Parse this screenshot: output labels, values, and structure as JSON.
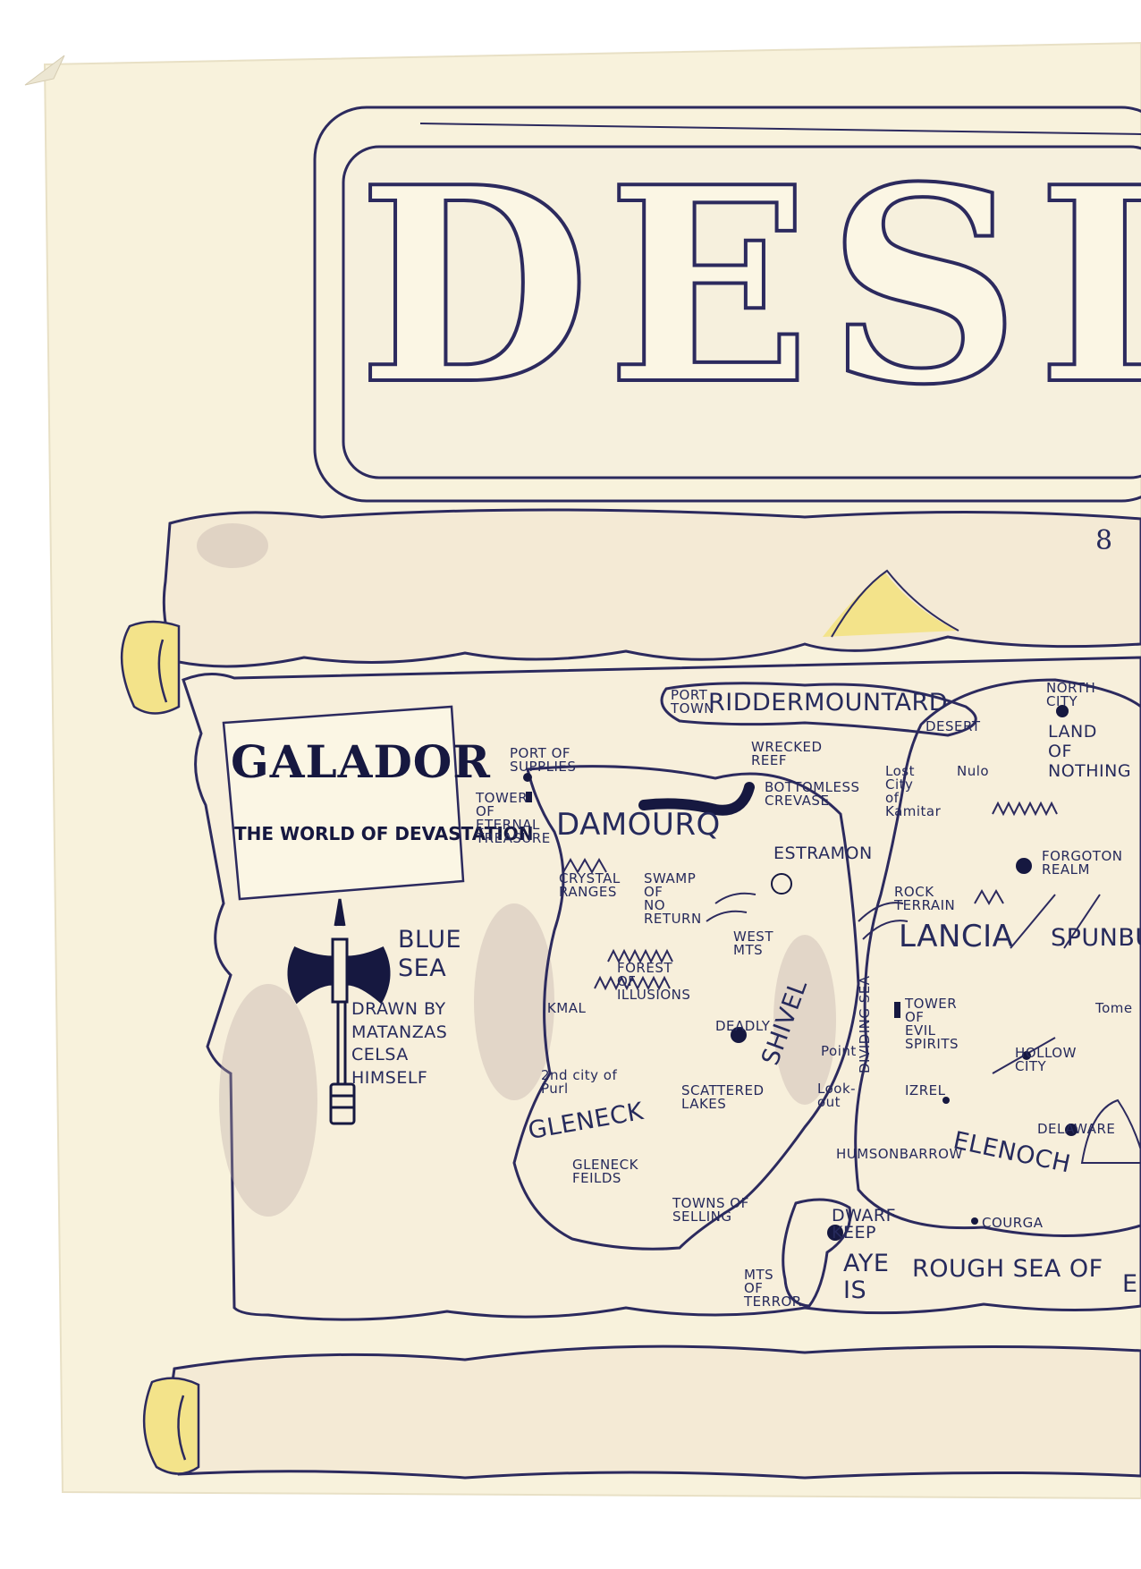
{
  "page": {
    "title_word": "DESIGN",
    "map_title": "GALADOR",
    "map_subtitle": "THE WORLD OF\nDEVASTATION",
    "page_number": "8",
    "credit": "DRAWN BY\nMATANZAS\nCELSA\nHIMSELF"
  },
  "colors": {
    "ink": "#262a5c",
    "parchment": "#fbf6e4",
    "paper": "#f8f2dc",
    "scroll_end": "#f3e38a",
    "shading": "#b9a9a6"
  },
  "map": {
    "labels": [
      {
        "id": "port-town",
        "text": "PORT\nTOWN"
      },
      {
        "id": "ridderman",
        "text": "RIDDERMOUNTARD"
      },
      {
        "id": "desert",
        "text": "DESERT"
      },
      {
        "id": "north-city",
        "text": "NORTH\nCITY"
      },
      {
        "id": "land-of-nothing",
        "text": "LAND\nOF\nNOTHING"
      },
      {
        "id": "port-of-supplies",
        "text": "PORT OF\nSUPPLIES"
      },
      {
        "id": "wrecked-reef",
        "text": "WRECKED\nREEF"
      },
      {
        "id": "bottomless-crevasse",
        "text": "BOTTOMLESS\nCREVASE"
      },
      {
        "id": "lost-city",
        "text": "Lost\nCity\nof\nKamitar"
      },
      {
        "id": "nulo",
        "text": "Nulo"
      },
      {
        "id": "tower-of-eternal-treasure",
        "text": "TOWER\nOF\nETERNAL\nTREASURE"
      },
      {
        "id": "damourq",
        "text": "DAMOURQ"
      },
      {
        "id": "estramon",
        "text": "ESTRAMON"
      },
      {
        "id": "forgotten-realm",
        "text": "FORGOTON\nREALM"
      },
      {
        "id": "crystal-ranges",
        "text": "CRYSTAL\nRANGES"
      },
      {
        "id": "swamp",
        "text": "SWAMP\nOF\nNO\nRETURN"
      },
      {
        "id": "rock-terrain",
        "text": "ROCK\nTERRAIN"
      },
      {
        "id": "lancia",
        "text": "LANCIA"
      },
      {
        "id": "spunbu",
        "text": "SPUNBU"
      },
      {
        "id": "west-mts",
        "text": "WEST\nMTS"
      },
      {
        "id": "dividing-sea",
        "text": "DIVIDING SEA"
      },
      {
        "id": "forest-of-illusion",
        "text": "FOREST\nOF\nILLUSIONS"
      },
      {
        "id": "deadly",
        "text": "DEADLY"
      },
      {
        "id": "tower-of-evil-spirits",
        "text": "TOWER\nOF\nEVIL\nSPIRITS"
      },
      {
        "id": "tome",
        "text": "Tome"
      },
      {
        "id": "ikmal",
        "text": "IKMAL"
      },
      {
        "id": "shivel",
        "text": "SHIVEL"
      },
      {
        "id": "hollow-city",
        "text": "HOLLOW\nCITY"
      },
      {
        "id": "point",
        "text": "Point"
      },
      {
        "id": "lookout",
        "text": "Look-\nout"
      },
      {
        "id": "izrel",
        "text": "IZREL"
      },
      {
        "id": "2nd-city",
        "text": "2nd city of\nPurl"
      },
      {
        "id": "gleneck",
        "text": "GLENECK"
      },
      {
        "id": "scattered-lakes",
        "text": "SCATTERED\nLAKES"
      },
      {
        "id": "delaware",
        "text": "DELAWARE"
      },
      {
        "id": "elenoch",
        "text": "ELENOCH"
      },
      {
        "id": "humsonbarrow",
        "text": "HUMSONBARROW"
      },
      {
        "id": "gleneck-fields",
        "text": "GLENECK\nFEILDS"
      },
      {
        "id": "towns-of-selling",
        "text": "TOWNS OF\nSELLING"
      },
      {
        "id": "dwarf-keep",
        "text": "DWARF\nKEEP"
      },
      {
        "id": "courga",
        "text": "COURGA"
      },
      {
        "id": "aye-is",
        "text": "AYE\nIS"
      },
      {
        "id": "rough-sea",
        "text": "ROUGH SEA OF"
      },
      {
        "id": "mts-of-terror",
        "text": "MTS\nOF\nTERROR"
      },
      {
        "id": "blue-sea",
        "text": "BLUE\nSEA"
      },
      {
        "id": "e-cut",
        "text": "E"
      }
    ]
  }
}
